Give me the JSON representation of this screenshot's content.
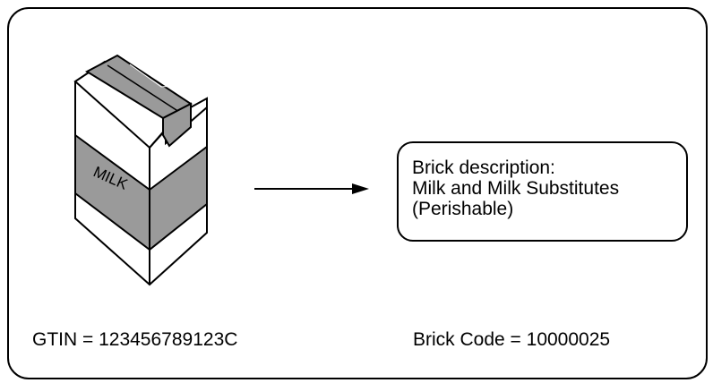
{
  "carton": {
    "label": "MILK",
    "band_color": "#9a9a9a",
    "outline_color": "#000000"
  },
  "description": {
    "heading": "Brick description:",
    "line1": "Milk and Milk Substitutes",
    "line2": "(Perishable)"
  },
  "gtin_text": "GTIN = 123456789123C",
  "brick_code_text": "Brick Code = 10000025"
}
